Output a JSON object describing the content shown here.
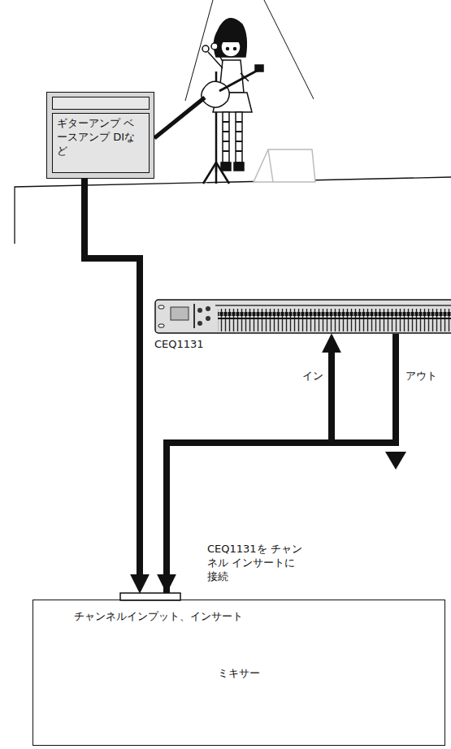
{
  "diagram": {
    "nodes": [
      {
        "text": [
          "ギターアンプ ベースアンプ DIなど"
        ]
      },
      {
        "text": [
          "CEQ1131"
        ]
      },
      {
        "text": [
          "チャンネルインプット、インサート",
          "ミキサー"
        ]
      }
    ],
    "edges": [
      {
        "from": 0,
        "to": 2,
        "arrow": "to"
      },
      {
        "from": 2,
        "to": 1,
        "arrow": "to",
        "label": "イン"
      },
      {
        "from": 1,
        "to": 2,
        "arrow": "to",
        "label": "アウト"
      }
    ],
    "labels": [
      "CEQ1131を チャンネル インサートに接続"
    ]
  }
}
